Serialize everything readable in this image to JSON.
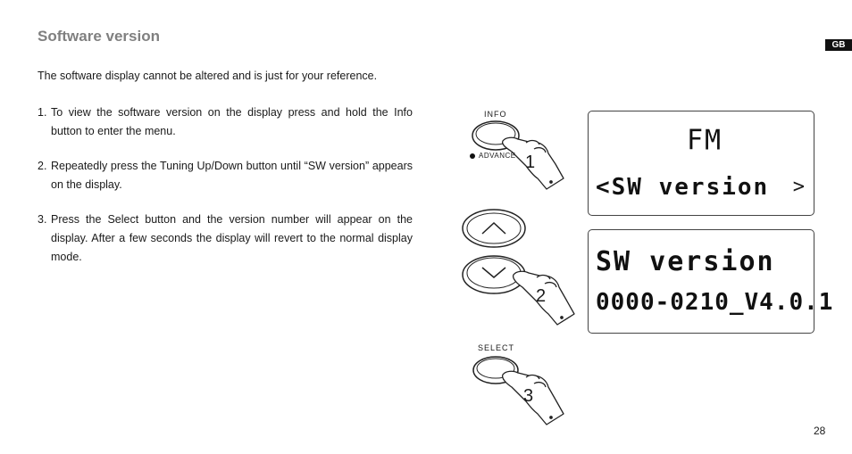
{
  "header": {
    "title": "Software version",
    "language_badge": "GB"
  },
  "body": {
    "intro": "The software display cannot be altered and is just for your reference.",
    "steps": [
      {
        "number": "1.",
        "text": "To view the software version on the display press and hold the Info button to enter the menu."
      },
      {
        "number": "2.",
        "text": "Repeatedly press the Tuning Up/Down button until “SW version” appears on the display."
      },
      {
        "number": "3.",
        "text": "Press the Select button and the version number will appear on the display. After a few seconds the display will revert to the normal display mode."
      }
    ]
  },
  "illustration": {
    "info_label": "INFO",
    "advance_label": "ADVANCE",
    "select_label": "SELECT",
    "step_numbers": [
      "1",
      "2",
      "3"
    ],
    "display1": {
      "top": "FM",
      "line": "<SW version",
      "marker": ">"
    },
    "display2": {
      "line1": "SW version",
      "line2": "0000-0210_V4.0.1"
    }
  },
  "footer": {
    "page_number": "28"
  }
}
